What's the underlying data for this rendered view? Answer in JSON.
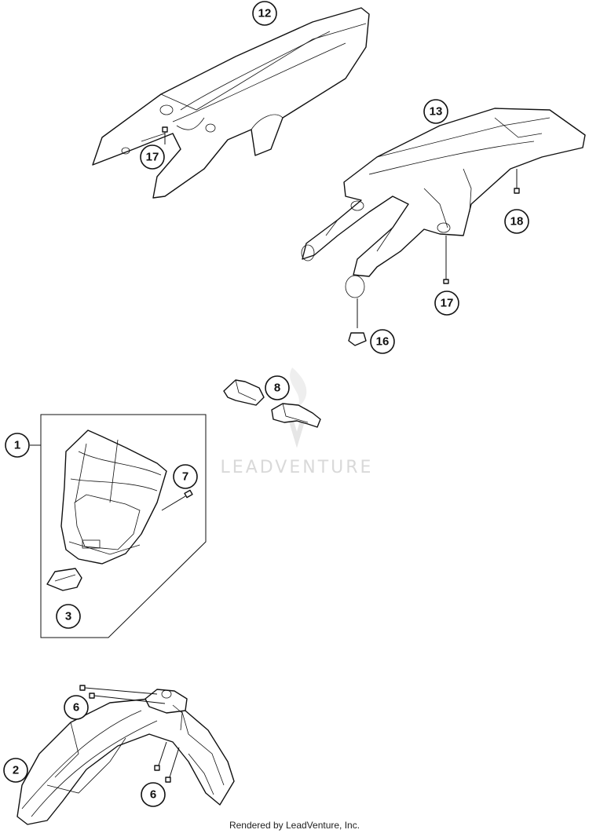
{
  "watermark": {
    "text": "LEADVENTURE"
  },
  "footer": {
    "credit": "Rendered by LeadVenture, Inc."
  },
  "callouts": {
    "c12": "12",
    "c17a": "17",
    "c13": "13",
    "c18": "18",
    "c17b": "17",
    "c16": "16",
    "c8": "8",
    "c1": "1",
    "c7": "7",
    "c3": "3",
    "c6a": "6",
    "c2": "2",
    "c6b": "6"
  },
  "colors": {
    "line": "#111111",
    "background": "#ffffff",
    "watermark": "#d9d9d9"
  }
}
